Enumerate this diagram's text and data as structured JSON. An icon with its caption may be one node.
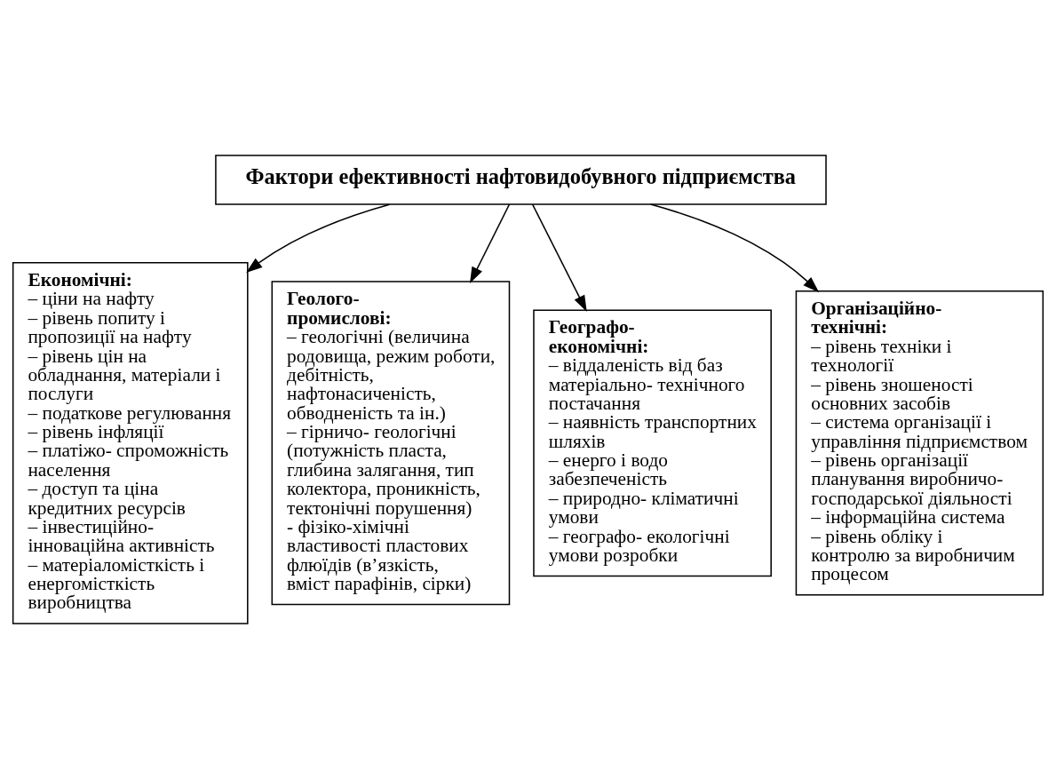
{
  "diagram": {
    "nodes": [
      {
        "text": [
          "Фактори ефективності нафтовидобувного підприємства"
        ]
      },
      {
        "text": [
          "Економічні:",
          "– ціни на нафту",
          "– рівень попиту і пропозиції на нафту",
          "– рівень цін на обладнання, матеріали і послуги",
          "– податкове регулювання",
          "– рівень інфляції",
          "– платіжо- спроможність населення",
          "– доступ та ціна кредитних ресурсів",
          "– інвестиційно- інноваційна активність",
          "– матеріаломісткість і енергомісткість виробництва"
        ]
      },
      {
        "text": [
          "Геолого- промислові:",
          "– геологічні (величина родовища, режим роботи, дебітність, нафтонасиченість, обводненість та ін.)",
          "– гірничо- геологічні (потужність пласта, глибина залягання, тип колектора, проникність, тектонічні порушення)",
          "- фізіко-хімічні властивості пластових флюїдів (в’язкість, вміст парафінів, сірки)"
        ]
      },
      {
        "text": [
          "Географо- економічні:",
          "– віддаленість від баз матеріально- технічного постачання",
          "– наявність транспортних шляхів",
          "– енерго і водо забезпеченість",
          "– природно- кліматичні умови",
          "– географо- екологічні умови розробки"
        ]
      },
      {
        "text": [
          "Організаційно- технічні:",
          "– рівень техніки і технології",
          "– рівень зношеності основних засобів",
          "– система організації і управління підприємством",
          "– рівень організації планування виробничо- господарської діяльності",
          "– інформаційна система",
          "– рівень обліку і контролю за виробничим процесом"
        ]
      }
    ],
    "edges": [
      {
        "from": 0,
        "to": 1,
        "arrow": "to"
      },
      {
        "from": 0,
        "to": 2,
        "arrow": "to"
      },
      {
        "from": 0,
        "to": 3,
        "arrow": "to"
      },
      {
        "from": 0,
        "to": 4,
        "arrow": "to"
      }
    ]
  }
}
